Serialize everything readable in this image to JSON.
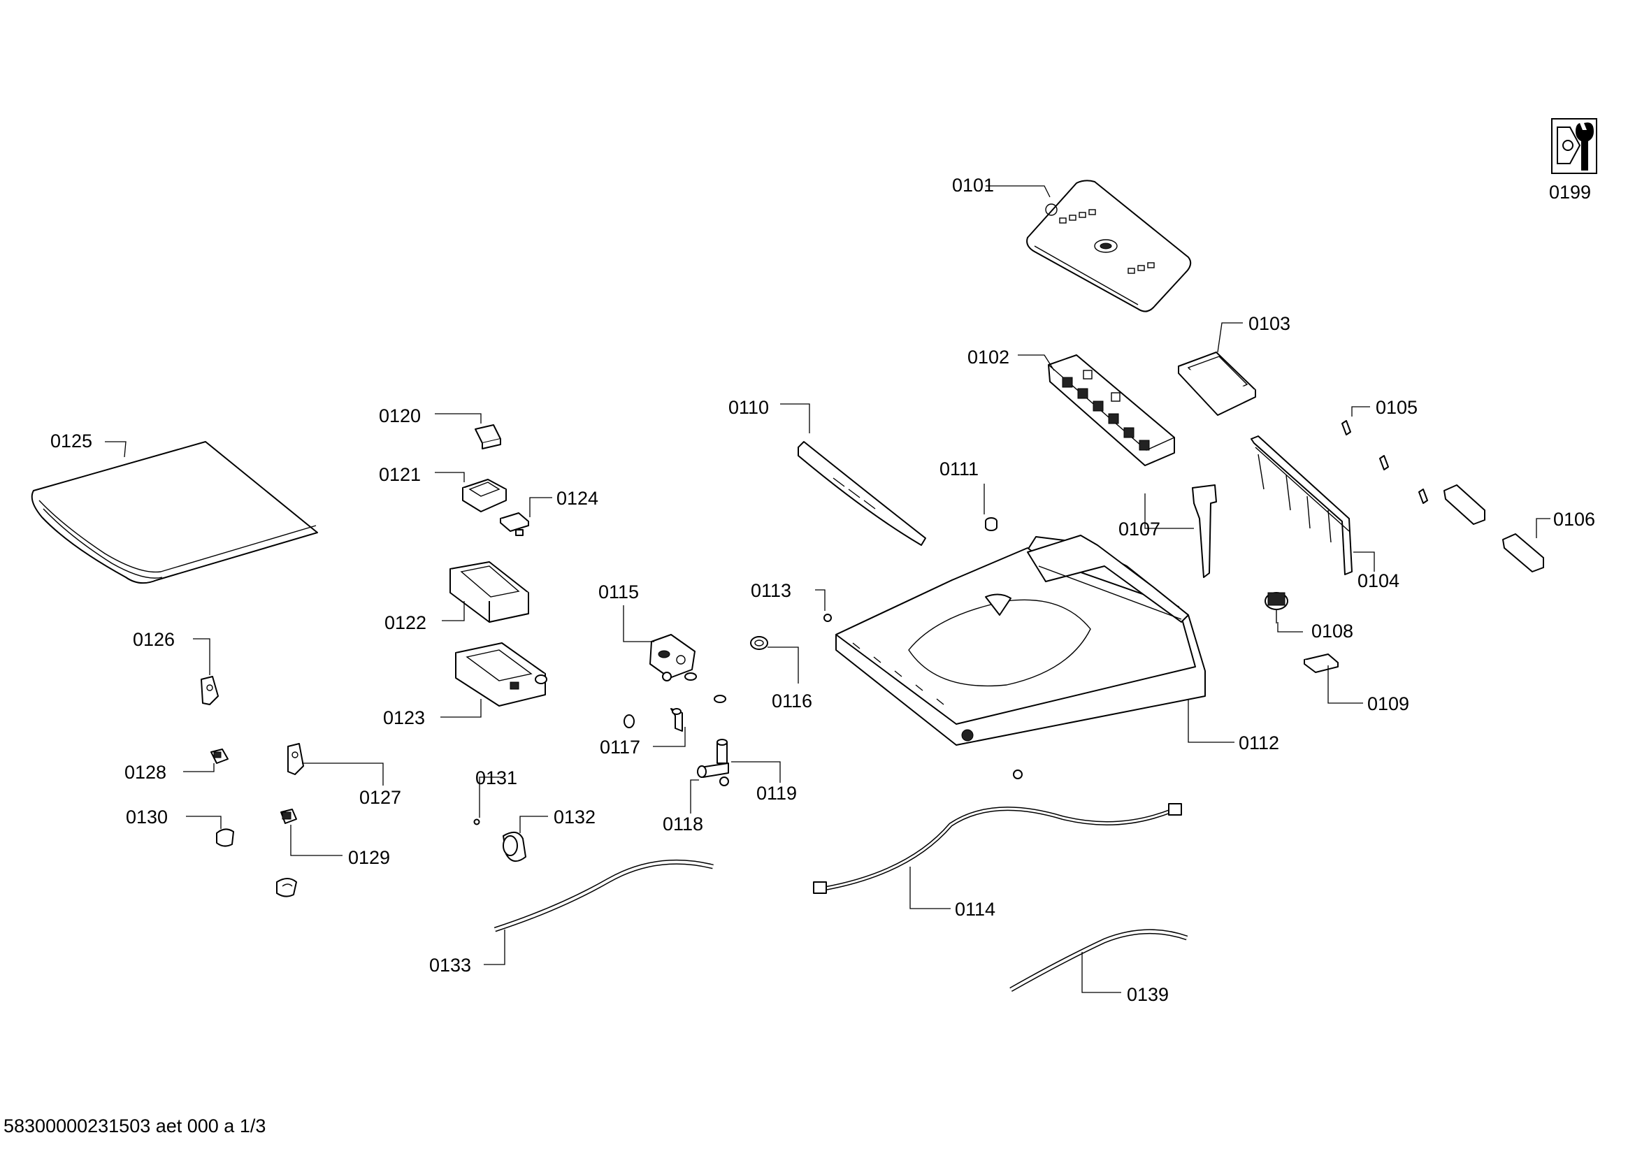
{
  "footer": "58300000231503 aet 000 a 1/3",
  "service_icon": "service-wrench-icon",
  "labels": {
    "p0101": "0101",
    "p0102": "0102",
    "p0103": "0103",
    "p0104": "0104",
    "p0105": "0105",
    "p0106": "0106",
    "p0107": "0107",
    "p0108": "0108",
    "p0109": "0109",
    "p0110": "0110",
    "p0111": "0111",
    "p0112": "0112",
    "p0113": "0113",
    "p0114": "0114",
    "p0115": "0115",
    "p0116": "0116",
    "p0117": "0117",
    "p0118": "0118",
    "p0119": "0119",
    "p0120": "0120",
    "p0121": "0121",
    "p0122": "0122",
    "p0123": "0123",
    "p0124": "0124",
    "p0125": "0125",
    "p0126": "0126",
    "p0127": "0127",
    "p0128": "0128",
    "p0129": "0129",
    "p0130": "0130",
    "p0131": "0131",
    "p0132": "0132",
    "p0133": "0133",
    "p0139": "0139",
    "p0199": "0199"
  }
}
